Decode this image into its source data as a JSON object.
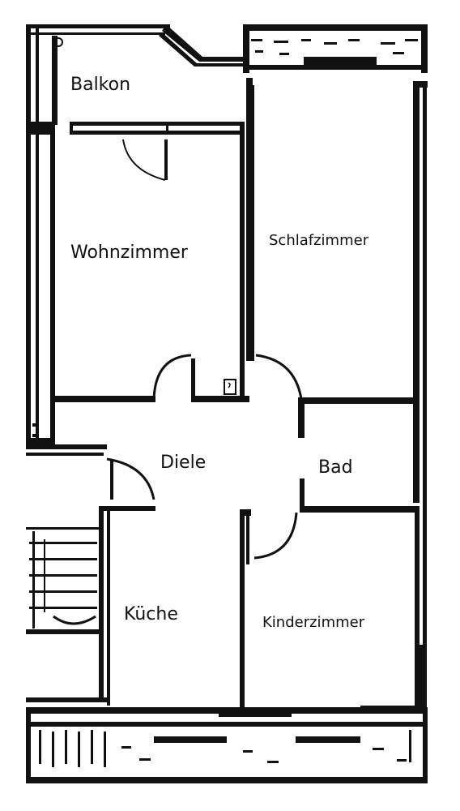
{
  "rooms": {
    "balkon": "Balkon",
    "wohnzimmer": "Wohnzimmer",
    "schlafzimmer": "Schlafzimmer",
    "diele": "Diele",
    "bad": "Bad",
    "kueche": "Küche",
    "kinderzimmer": "Kinderzimmer"
  },
  "colors": {
    "ink": "#111111",
    "paper": "#ffffff"
  }
}
